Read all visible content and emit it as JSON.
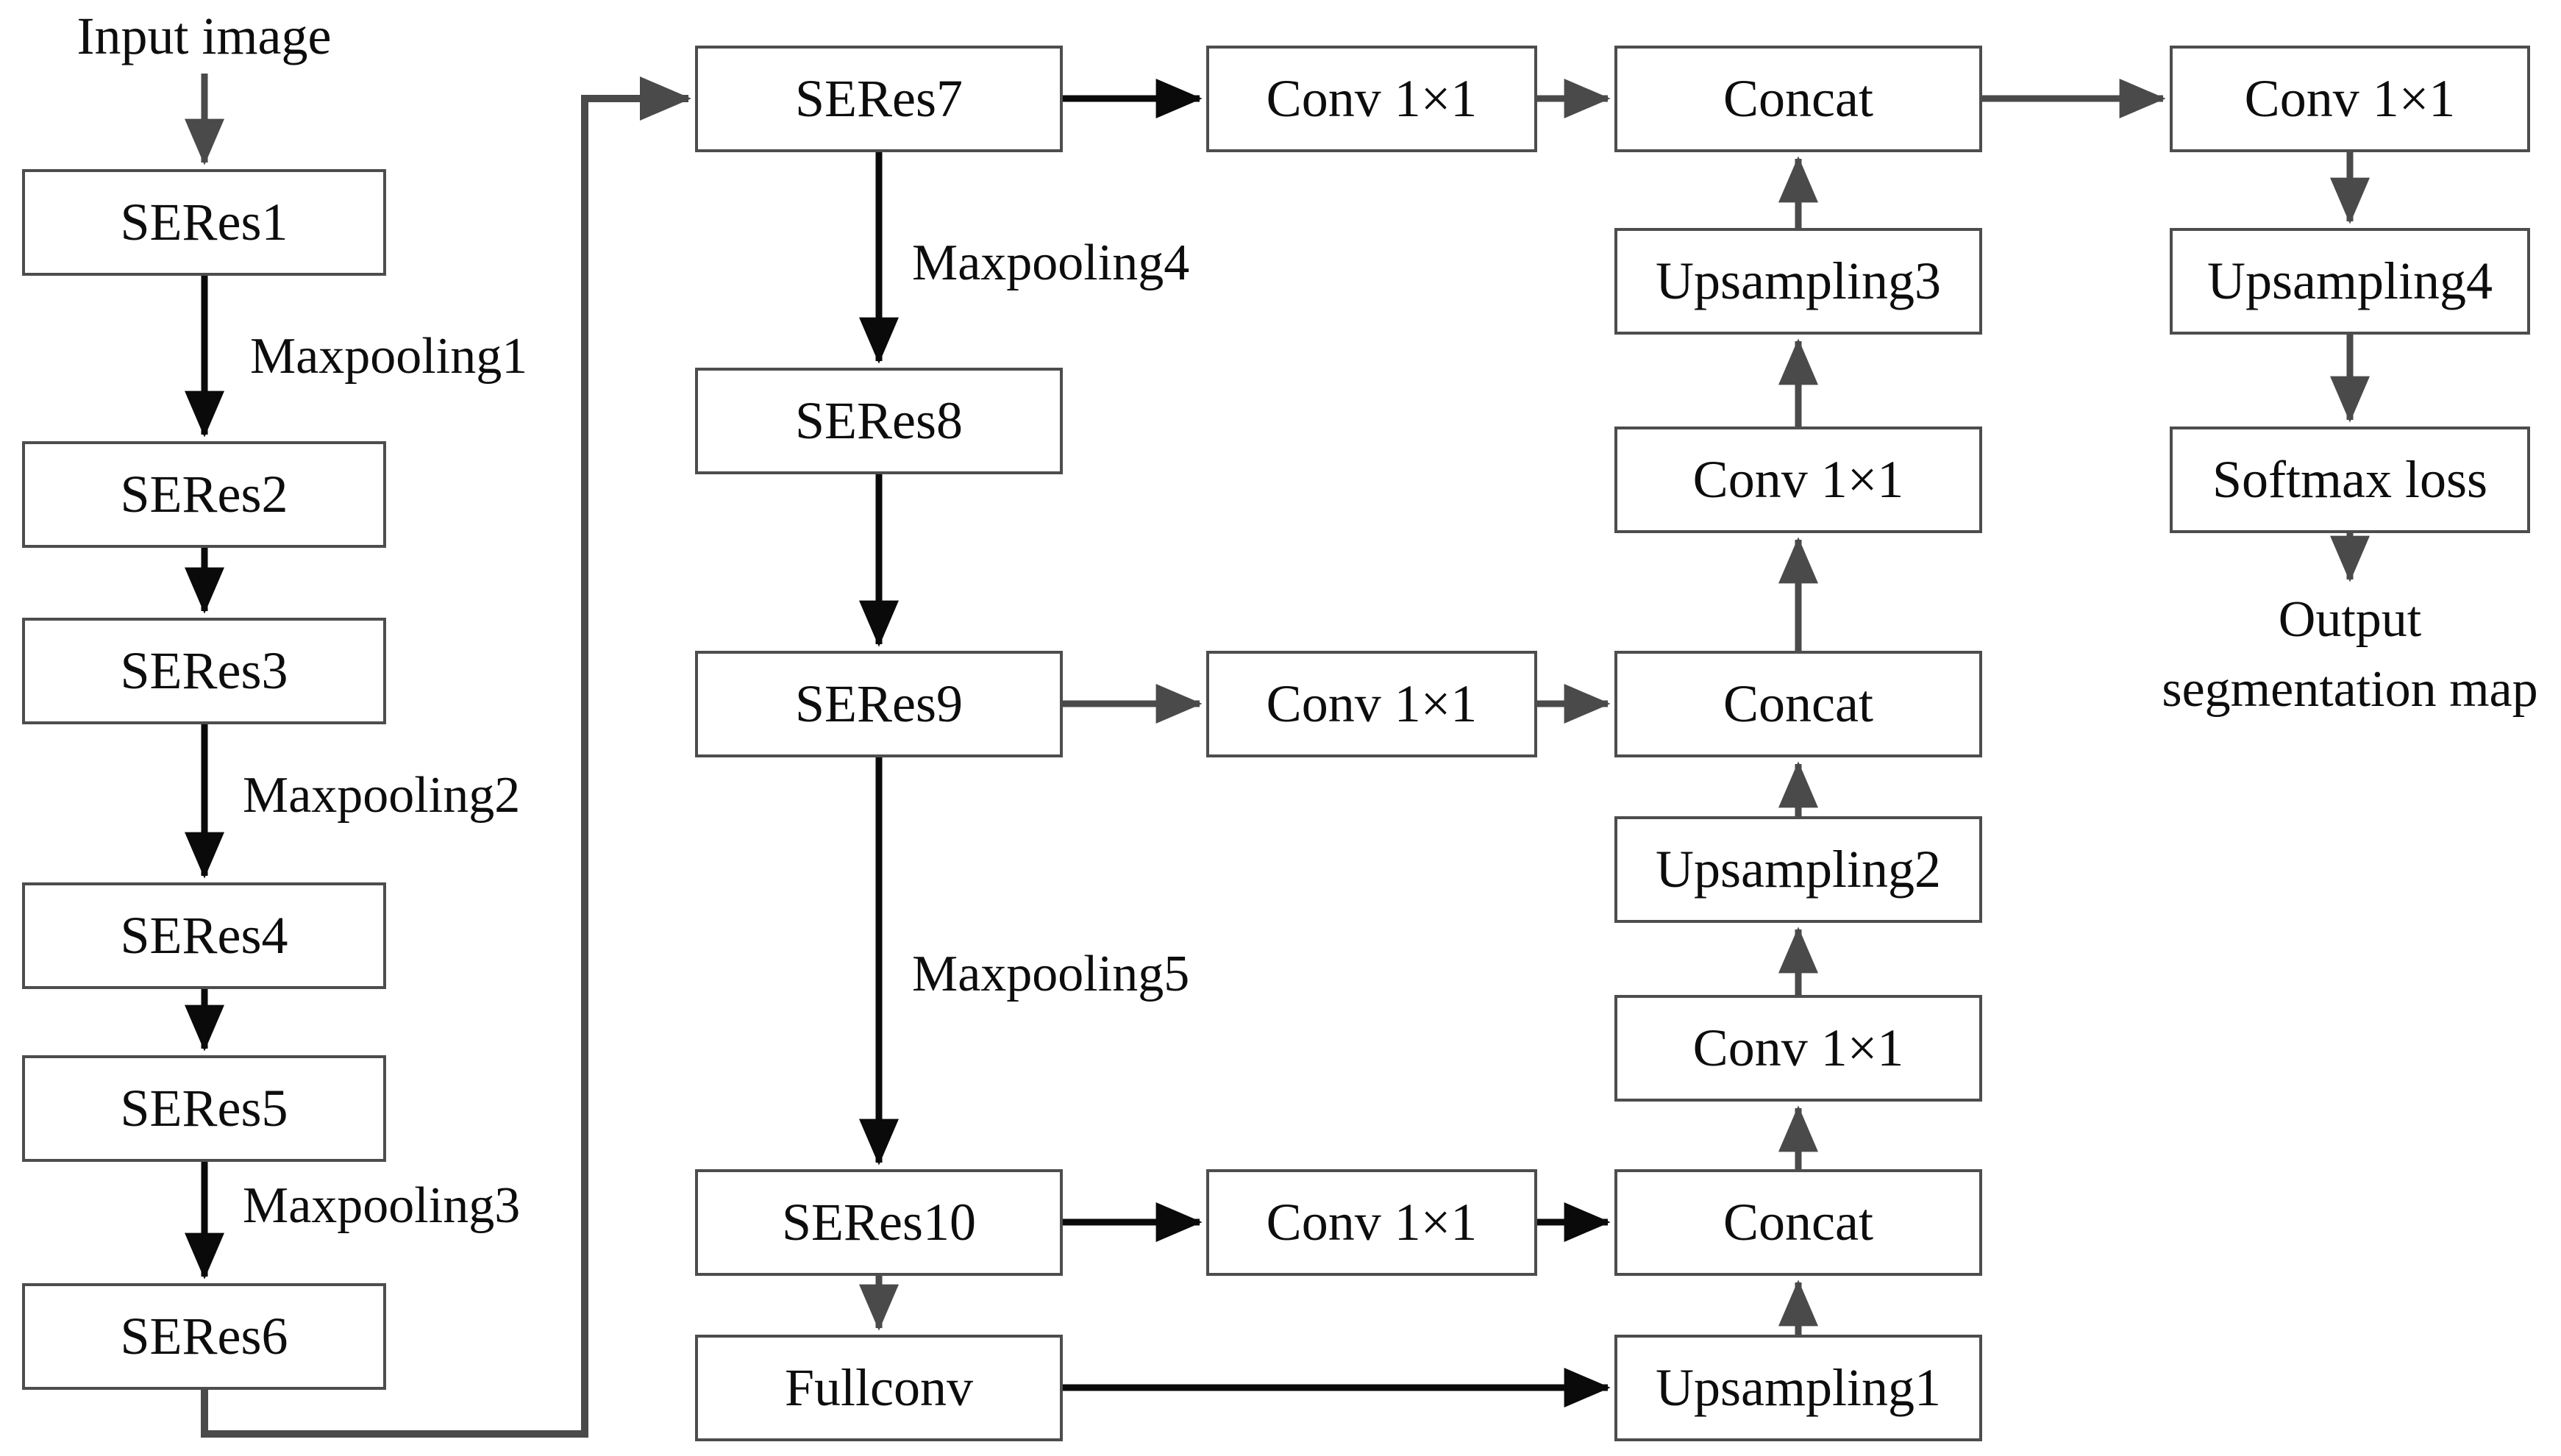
{
  "colors": {
    "arrow_black": "#0a0a0a",
    "arrow_gray": "#4a4a4a",
    "box_border": "#4d4d4d",
    "text": "#0d0d0d",
    "bg": "#ffffff"
  },
  "nodes": {
    "seres1": "SERes1",
    "seres2": "SERes2",
    "seres3": "SERes3",
    "seres4": "SERes4",
    "seres5": "SERes5",
    "seres6": "SERes6",
    "seres7": "SERes7",
    "seres8": "SERes8",
    "seres9": "SERes9",
    "seres10": "SERes10",
    "fullconv": "Fullconv",
    "conv1x1_enc_top": "Conv 1×1",
    "conv1x1_enc_mid": "Conv 1×1",
    "conv1x1_enc_bot": "Conv 1×1",
    "concat_top": "Concat",
    "concat_mid": "Concat",
    "concat_bot": "Concat",
    "upsampling1": "Upsampling1",
    "upsampling2": "Upsampling2",
    "upsampling3": "Upsampling3",
    "upsampling4": "Upsampling4",
    "conv1x1_head": "Conv 1×1",
    "softmax_loss": "Softmax loss"
  },
  "annotations": {
    "input": "Input image",
    "output_line1": "Output",
    "output_line2": "segmentation map",
    "maxpooling1": "Maxpooling1",
    "maxpooling2": "Maxpooling2",
    "maxpooling3": "Maxpooling3",
    "maxpooling4": "Maxpooling4",
    "maxpooling5": "Maxpooling5"
  }
}
